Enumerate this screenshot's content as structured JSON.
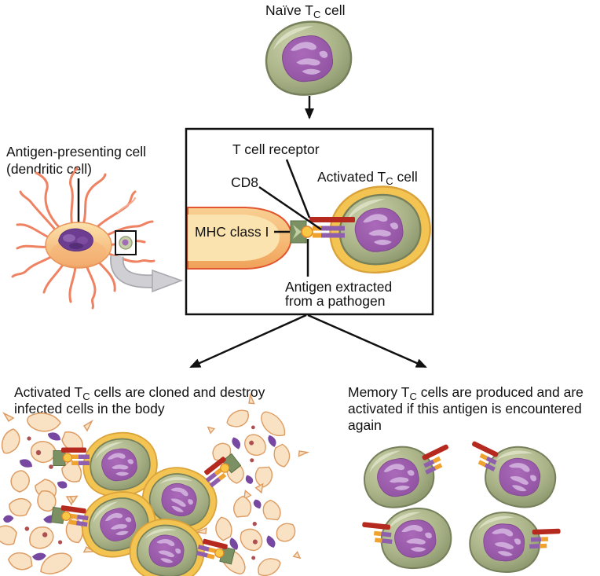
{
  "figure": {
    "type": "biology-diagram",
    "subject": "Cytotoxic T cell activation by antigen-presenting dendritic cell"
  },
  "labels": {
    "naive": {
      "pre": "Naïve T",
      "sub": "C",
      "post": " cell"
    },
    "apc": {
      "line1": "Antigen-presenting cell",
      "line2": "(dendritic cell)"
    },
    "tcr": "T cell receptor",
    "cd8": "CD8",
    "mhc": "MHC class I",
    "activated": {
      "pre": "Activated T",
      "sub": "C",
      "post": " cell"
    },
    "antigen": {
      "line1": "Antigen extracted",
      "line2": "from a pathogen"
    },
    "cloned": {
      "pre": "Activated T",
      "sub": "C",
      "post": " cells are cloned and destroy",
      "line2": "infected cells in the body"
    },
    "memory": {
      "pre": "Memory T",
      "sub": "C",
      "post": " cells are produced and are",
      "line2": "activated if this antigen is encountered",
      "line3": "again"
    }
  },
  "palette": {
    "cell_green": "#a9b287",
    "cell_green_border": "#76805a",
    "nucleus_purple": "#8d4f9e",
    "nucleus_light": "#cdaada",
    "halo_gold": "#f3c452",
    "tcr_red": "#b5291f",
    "cd8_yellow": "#f0a22e",
    "cd8_purple": "#8f5fae",
    "mhc_green": "#7b9163",
    "antigen_gold": "#f8c845",
    "apc_body_orange": "#f5b97b",
    "apc_tendril_coral": "#ee8262",
    "burst_peach": "#f9e2c3",
    "burst_outline": "#dd9c63",
    "fragment_purple": "#7748a2",
    "fragment_dot_red": "#ad5052",
    "magnify_arrow_gray": "#cfcfd4",
    "line_black": "#111111"
  }
}
